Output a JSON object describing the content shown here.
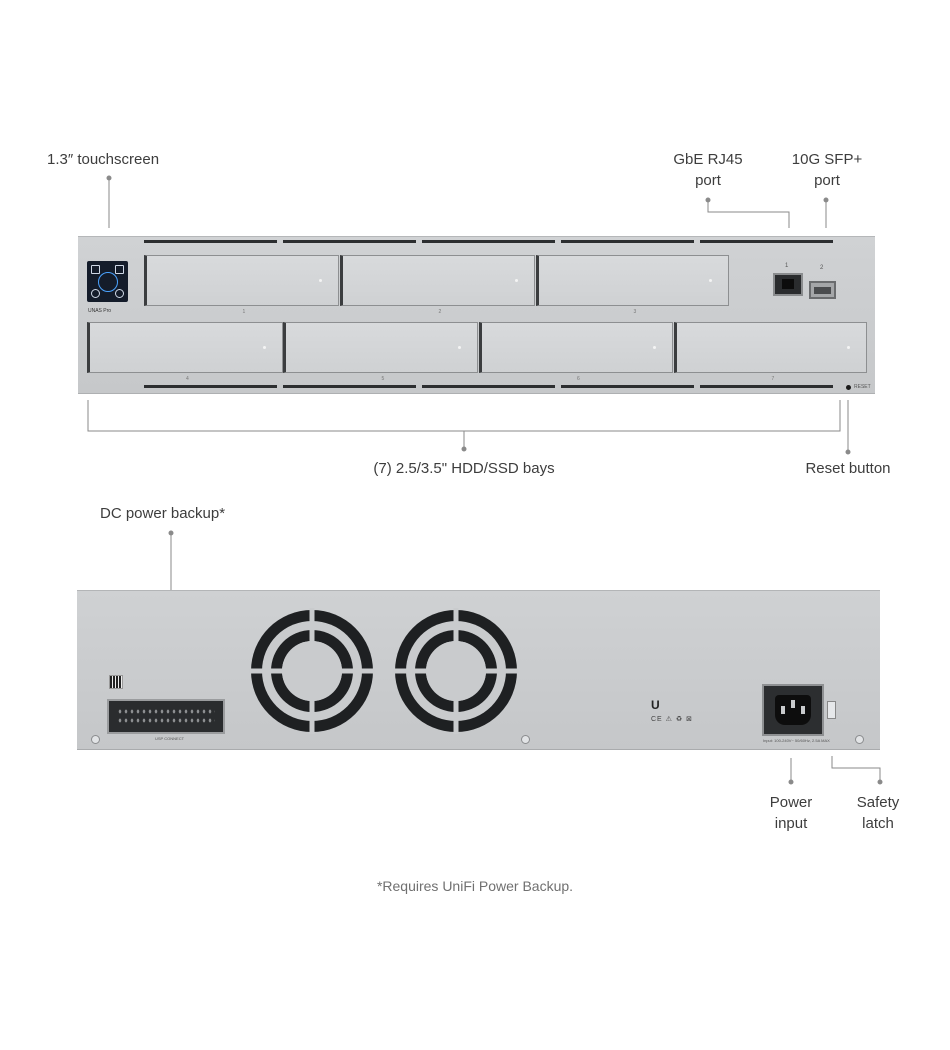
{
  "labels": {
    "touchscreen": "1.3″ touchscreen",
    "rj45_line1": "GbE RJ45",
    "rj45_line2": "port",
    "sfp_line1": "10G SFP+",
    "sfp_line2": "port",
    "bays": "(7) 2.5/3.5\" HDD/SSD bays",
    "reset": "Reset button",
    "dc_backup": "DC power backup*",
    "power_line1": "Power",
    "power_line2": "input",
    "latch_line1": "Safety",
    "latch_line2": "latch"
  },
  "footnote": "*Requires UniFi Power Backup.",
  "front_panel": {
    "brand": "UNAS Pro",
    "bay_numbers": [
      "1",
      "2",
      "3",
      "4",
      "5",
      "6",
      "7"
    ],
    "rj45_number": "1",
    "sfp_number": "2",
    "reset_text": "RESET"
  },
  "rear_panel": {
    "dc_label": "USP CONNECT",
    "rating": "Input: 100-240V~ 50/60Hz, 2.5A MAX",
    "logo": "U",
    "marks": "CE ⚠ ♻ ⊠"
  },
  "colors": {
    "chassis": "#c9cbcd",
    "dark": "#2c2e30",
    "accent": "#4aa3ff"
  }
}
